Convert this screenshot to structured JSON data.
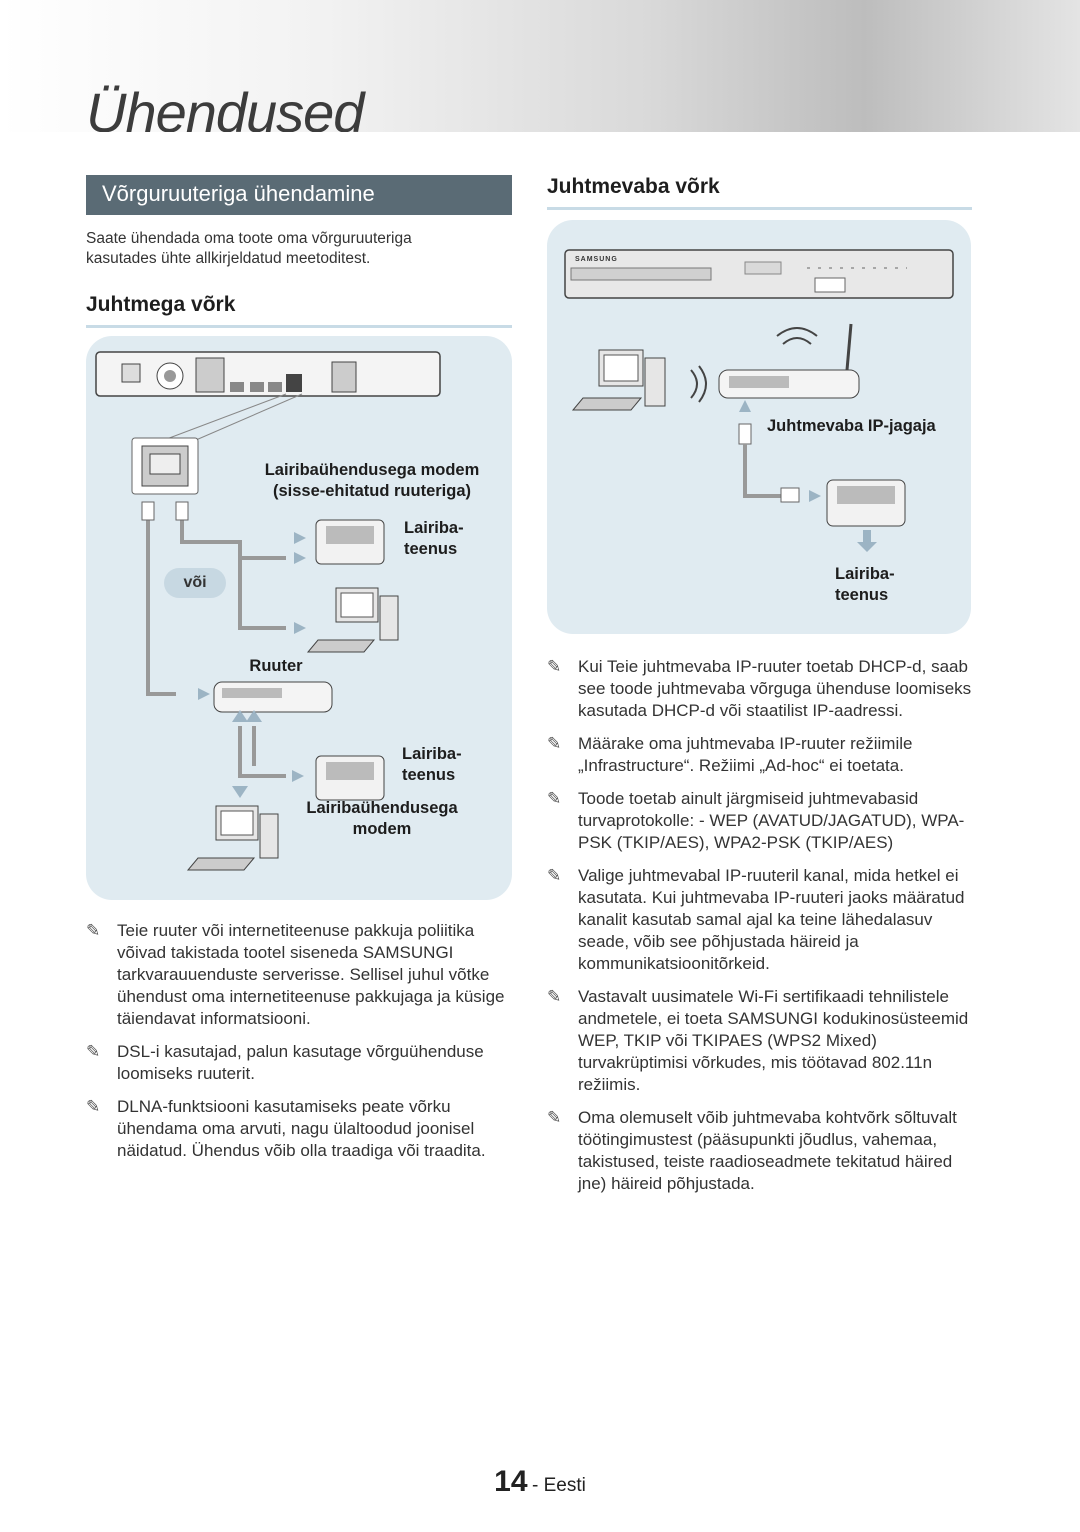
{
  "page": {
    "title": "Ühendused",
    "number": "14",
    "language": "- Eesti"
  },
  "left": {
    "section_title": "Võrguruuteriga ühendamine",
    "intro": "Saate ühendada oma toote oma võrguruuteriga kasutades ühte allkirjeldatud meetoditest.",
    "subheading": "Juhtmega võrk",
    "diagram": {
      "modem_router": "Lairibaühendusega modem (sisse-ehitatud ruuteriga)",
      "broadband_1": "Lairiba- teenus",
      "or": "või",
      "router": "Ruuter",
      "broadband_2": "Lairiba- teenus",
      "modem": "Lairibaühendusega modem"
    },
    "notes": [
      "Teie ruuter või internetiteenuse pakkuja poliitika võivad takistada tootel siseneda SAMSUNGI tarkvarauuenduste serverisse. Sellisel juhul võtke ühendust oma internetiteenuse pakkujaga ja küsige täiendavat informatsiooni.",
      "DSL-i kasutajad, palun kasutage võrguühenduse loomiseks ruuterit.",
      "DLNA-funktsiooni kasutamiseks peate võrku ühendama oma arvuti, nagu ülaltoodud joonisel näidatud. Ühendus võib olla traadiga või traadita."
    ]
  },
  "right": {
    "subheading": "Juhtmevaba võrk",
    "diagram": {
      "brand": "SAMSUNG",
      "wireless_ap": "Juhtmevaba IP-jagaja",
      "broadband": "Lairiba- teenus"
    },
    "notes": [
      "Kui Teie juhtmevaba IP-ruuter toetab DHCP-d, saab see toode juhtmevaba võrguga ühenduse loomiseks kasutada DHCP-d või staatilist IP-aadressi.",
      "Määrake oma juhtmevaba IP-ruuter režiimile „Infrastructure“. Režiimi „Ad-hoc“ ei toetata.",
      "Toode toetab ainult järgmiseid juhtmevabasid turvaprotokolle: - WEP (AVATUD/JAGATUD), WPA-PSK (TKIP/AES), WPA2-PSK (TKIP/AES)",
      "Valige juhtmevabal IP-ruuteril kanal, mida hetkel ei kasutata. Kui juhtmevaba IP-ruuteri jaoks määratud kanalit kasutab samal ajal ka teine lähedalasuv seade, võib see põhjustada häireid ja kommunikatsioonitõrkeid.",
      "Vastavalt uusimatele Wi-Fi sertifikaadi tehnilistele andmetele, ei toeta SAMSUNGI kodukinosüsteemid WEP, TKIP või TKIPAES (WPS2 Mixed) turvakrüptimisi võrkudes, mis töötavad 802.11n režiimis.",
      "Oma olemuselt võib juhtmevaba kohtvõrk sõltuvalt töötingimustest (pääsupunkti jõudlus, vahemaa, takistused, teiste raadioseadmete tekitatud häired jne) häireid põhjustada."
    ]
  }
}
